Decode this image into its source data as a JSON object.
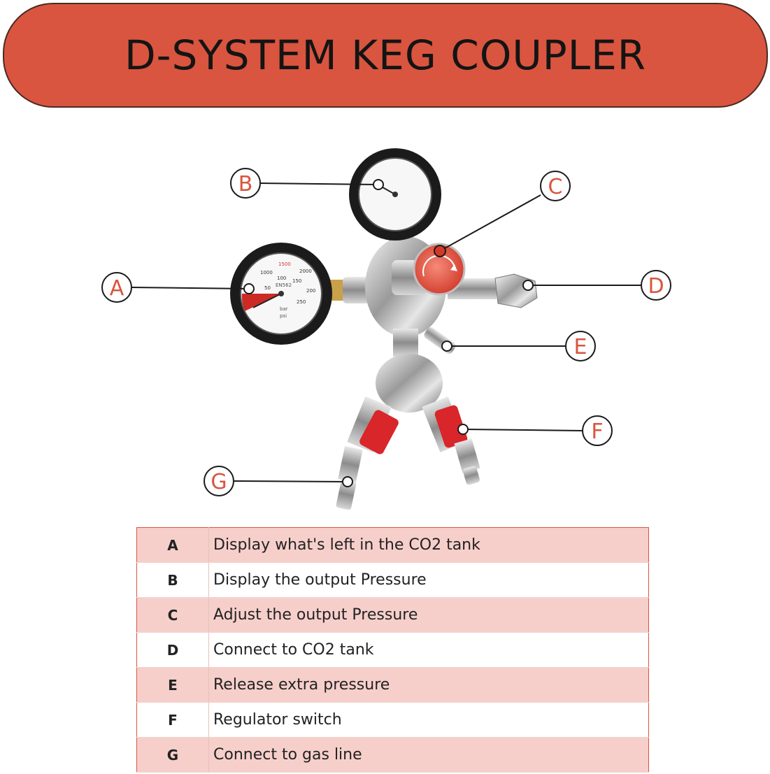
{
  "title": "D-SYSTEM KEG COUPLER",
  "colors": {
    "accent": "#d9553f",
    "row_shade": "#f6cfcb",
    "text": "#222222"
  },
  "callouts": [
    "A",
    "B",
    "C",
    "D",
    "E",
    "F",
    "G"
  ],
  "gauge_labels": {
    "left_scale": [
      "1000",
      "1500",
      "2000",
      "50",
      "100",
      "150",
      "200",
      "250"
    ],
    "left_units": [
      "EN562",
      "bar",
      "psi"
    ]
  },
  "legend": [
    {
      "key": "A",
      "text": "Display what's left in the CO2 tank"
    },
    {
      "key": "B",
      "text": "Display the output Pressure"
    },
    {
      "key": "C",
      "text": "Adjust the output Pressure"
    },
    {
      "key": "D",
      "text": "Connect to CO2 tank"
    },
    {
      "key": "E",
      "text": "Release extra pressure"
    },
    {
      "key": "F",
      "text": "Regulator switch"
    },
    {
      "key": "G",
      "text": "Connect to gas line"
    }
  ]
}
